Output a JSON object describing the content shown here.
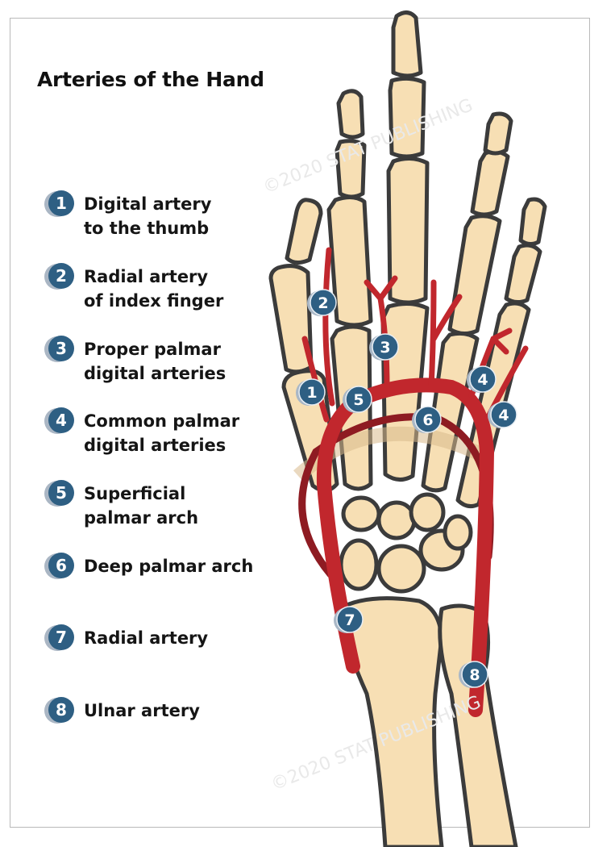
{
  "title": "Arteries of the Hand",
  "legend": [
    {
      "num": "1",
      "line1": "Digital artery",
      "line2": "to the thumb"
    },
    {
      "num": "2",
      "line1": "Radial artery",
      "line2": "of index finger"
    },
    {
      "num": "3",
      "line1": "Proper palmar",
      "line2": "digital arteries"
    },
    {
      "num": "4",
      "line1": "Common palmar",
      "line2": "digital arteries"
    },
    {
      "num": "5",
      "line1": "Superficial",
      "line2": "palmar arch"
    },
    {
      "num": "6",
      "line1": "Deep palmar arch",
      "line2": ""
    },
    {
      "num": "7",
      "line1": "Radial artery",
      "line2": ""
    },
    {
      "num": "8",
      "line1": "Ulnar artery",
      "line2": ""
    }
  ],
  "markers": [
    "2",
    "3",
    "1",
    "5",
    "6",
    "4",
    "4",
    "7",
    "8"
  ],
  "watermark": "©2020 STAT PUBLISHING",
  "colors": {
    "bone": "#f7dfb4",
    "bone_outline": "#3b3b3b",
    "artery": "#c1272d",
    "artery_dark": "#8e1b22",
    "badge": "#2e5f83"
  }
}
